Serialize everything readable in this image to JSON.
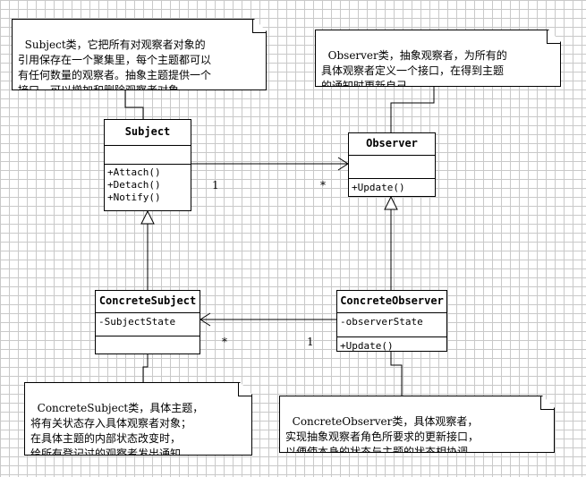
{
  "notes": {
    "subject": "Subject类，它把所有对观察者对象的\n引用保存在一个聚集里，每个主题都可以\n有任何数量的观察者。抽象主题提供一个\n接口，可以增加和删除观察者对象。",
    "observer": "Observer类，抽象观察者，为所有的\n具体观察者定义一个接口，在得到主题\n的通知时更新自己。",
    "concrete_subject": "ConcreteSubject类，具体主题，\n将有关状态存入具体观察者对象；\n在具体主题的内部状态改变时，\n给所有登记过的观察者发出通知。",
    "concrete_observer": "ConcreteObserver类，具体观察者，\n实现抽象观察者角色所要求的更新接口，\n以便使本身的状态与主题的状态相协调。"
  },
  "classes": {
    "subject": {
      "name": "Subject",
      "methods": [
        "+Attach()",
        "+Detach()",
        "+Notify()"
      ]
    },
    "observer": {
      "name": "Observer",
      "methods": [
        "+Update()"
      ]
    },
    "concrete_subject": {
      "name": "ConcreteSubject",
      "attributes": [
        "-SubjectState"
      ]
    },
    "concrete_observer": {
      "name": "ConcreteObserver",
      "attributes": [
        "-observerState"
      ],
      "methods": [
        "+Update()"
      ]
    }
  },
  "multiplicity": {
    "top_left": "1",
    "top_right": "*",
    "bottom_left": "*",
    "bottom_right": "1"
  }
}
